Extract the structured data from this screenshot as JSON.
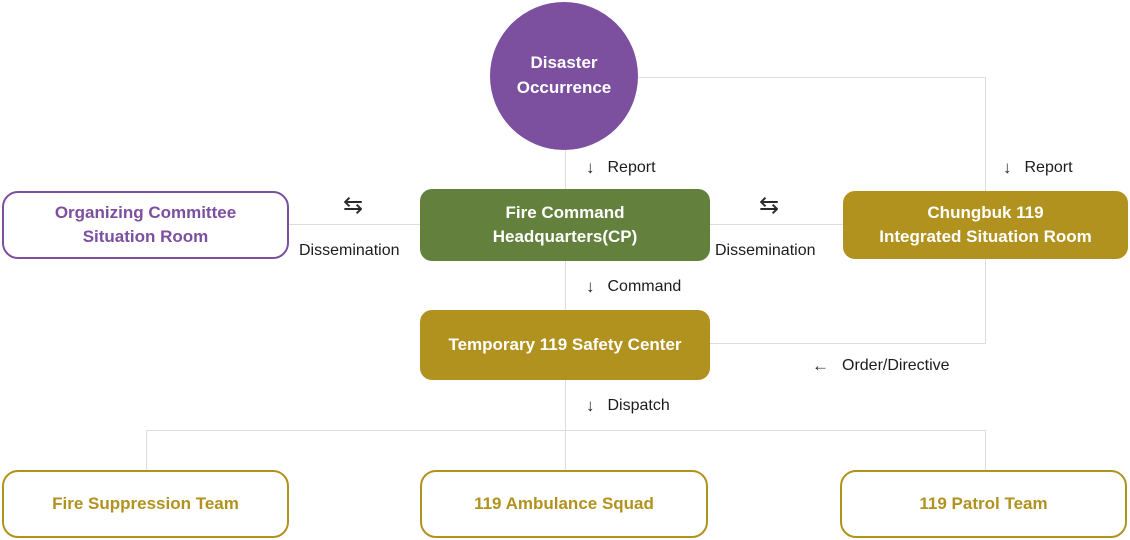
{
  "colors": {
    "purple": "#7c4f9f",
    "green": "#64803d",
    "gold": "#b1921f",
    "connector_line": "#dddddd",
    "edge_label_text": "#1c1c1c",
    "node_text_on_fill": "#ffffff"
  },
  "nodes": {
    "disaster": {
      "line1": "Disaster",
      "line2": "Occurrence"
    },
    "organizing": {
      "line1": "Organizing Committee",
      "line2": "Situation Room"
    },
    "fire_command": {
      "line1": "Fire Command",
      "line2": "Headquarters(CP)"
    },
    "chungbuk": {
      "line1": "Chungbuk 119",
      "line2": "Integrated Situation Room"
    },
    "temporary": {
      "label": "Temporary 119 Safety Center"
    },
    "fire_suppression": {
      "label": "Fire Suppression Team"
    },
    "ambulance": {
      "label": "119 Ambulance Squad"
    },
    "patrol": {
      "label": "119 Patrol Team"
    }
  },
  "edge_labels": {
    "report_left": {
      "icon": "↓",
      "text": "Report"
    },
    "report_right": {
      "icon": "↓",
      "text": "Report"
    },
    "dissemination_left": {
      "icon": "⇆",
      "text": "Dissemination"
    },
    "dissemination_right": {
      "icon": "⇆",
      "text": "Dissemination"
    },
    "command": {
      "icon": "↓",
      "text": "Command"
    },
    "order_directive": {
      "icon": "←",
      "text": "Order/Directive"
    },
    "dispatch": {
      "icon": "↓",
      "text": "Dispatch"
    }
  }
}
